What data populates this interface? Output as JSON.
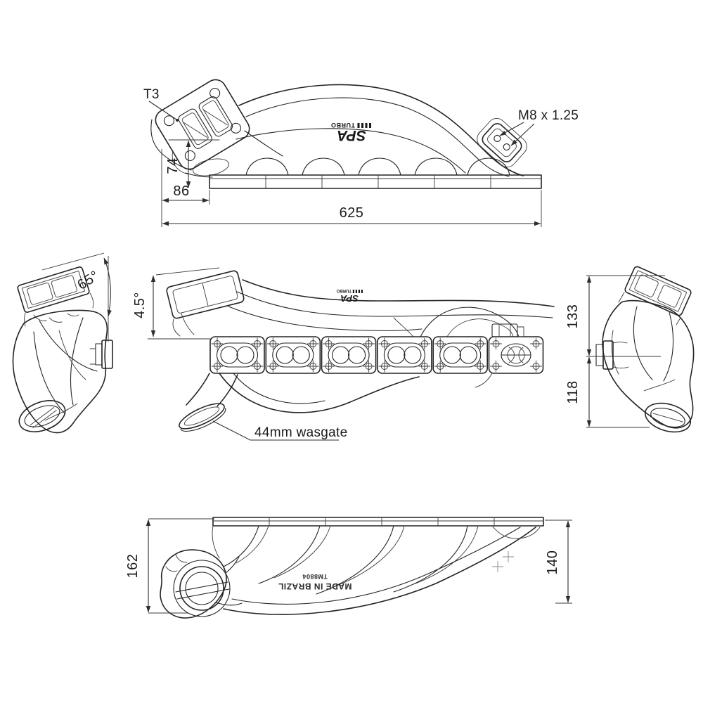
{
  "page": {
    "background": "#ffffff",
    "ink": "#242424",
    "dim_ink": "#2e2e2e",
    "title": "Exhaust manifold technical drawing"
  },
  "views": {
    "side_top": {
      "label_t3": "T3",
      "label_thread": "M8 x 1.25",
      "logo_main": "SPA",
      "logo_sub": "TURBO",
      "dim_74": "74",
      "dim_86": "86",
      "dim_625": "625"
    },
    "end_left": {
      "dim_65": "65°"
    },
    "front_center": {
      "dim_45": "4.5°",
      "label_wastegate": "44mm wasgate",
      "logo_main": "SPA",
      "logo_sub": "TURBO"
    },
    "end_right": {
      "dim_133": "133",
      "dim_118": "118"
    },
    "side_bottom": {
      "dim_162": "162",
      "dim_140": "140",
      "label_made_in": "MADE IN BRAZIL",
      "label_model": "TM8804"
    }
  }
}
